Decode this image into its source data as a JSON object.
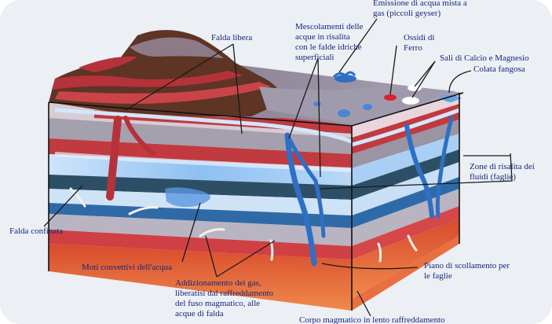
{
  "labels": {
    "emissione": "Emissione di acqua mista a\ngas (piccoli geyser)",
    "mescolamenti": "Mescolamenti delle\nacque in risalita\ncon le falde idriche\nsuperficiali",
    "falda_libera": "Falda libera",
    "ossidi": "Ossidi di\nFerro",
    "sali": "Sali di Calcio e Magnesio",
    "colata": "Colata fangosa",
    "zone_risalita": "Zone di risalita dei\nfluidi (faglie)",
    "falda_confinata": "Falda confinata",
    "moti_convettivi": "Moti convettivi dell'acqua",
    "piano_scollamento": "Piano di scollamento per\nle faglie",
    "addizionamento": "Addizionamento dei gas,\nliberatisi dal raffreddamento\ndel fuso magmatico, alle\nacque di falda",
    "corpo_magmatico": "Corpo magmatico in lento raffreddamento"
  },
  "colors": {
    "background": "#eceff4",
    "label_text": "#14287a",
    "leader_line": "#1a1a1a",
    "brown_hill": "#5e3424",
    "red_clay": "#b5323a",
    "grey_layer": "#8d8796",
    "water_blue": "#9fc6f0",
    "deep_blue": "#2f6fc4",
    "magma_orange": "#e2572e",
    "dark_band": "#2d4f66"
  }
}
